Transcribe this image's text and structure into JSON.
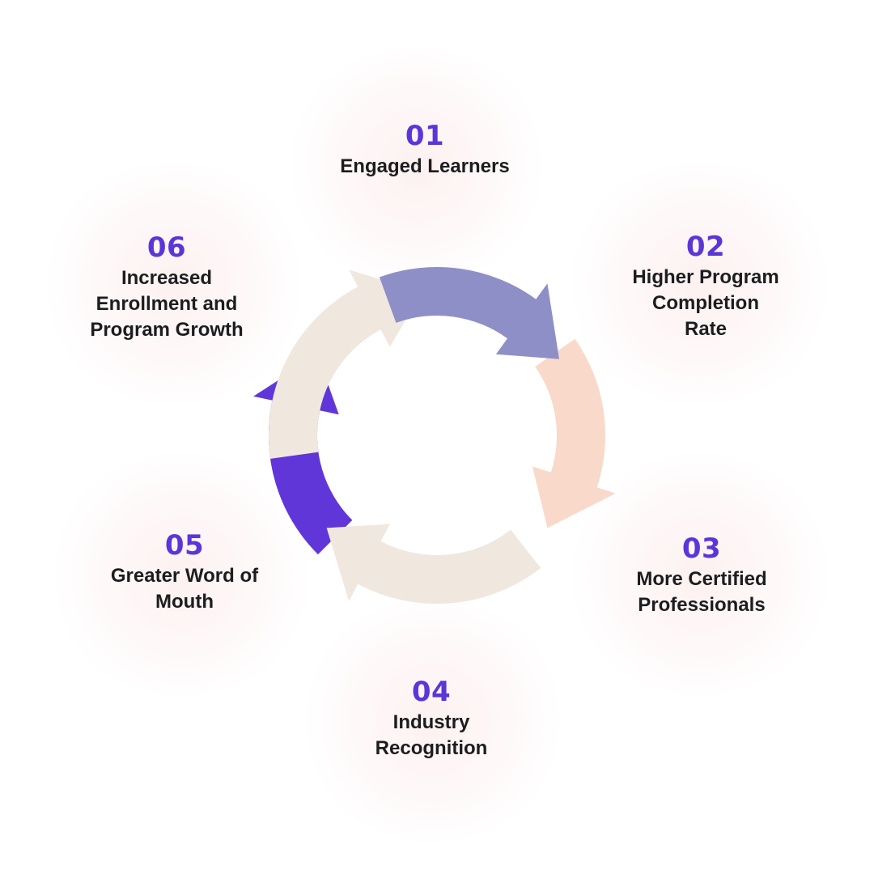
{
  "colors": {
    "number": "#5c35d9",
    "label": "#1d1d1f",
    "arrow_lavender": "#8f8fc7",
    "arrow_peach": "#f9d9c9",
    "arrow_cream": "#f0e7df",
    "arrow_violet": "#6136d9"
  },
  "steps": [
    {
      "number": "01",
      "label": "Engaged Learners"
    },
    {
      "number": "02",
      "label": "Higher Program\nCompletion\nRate"
    },
    {
      "number": "03",
      "label": "More Certified\nProfessionals"
    },
    {
      "number": "04",
      "label": "Industry\nRecognition"
    },
    {
      "number": "05",
      "label": "Greater Word of\nMouth"
    },
    {
      "number": "06",
      "label": "Increased\nEnrollment and\nProgram Growth"
    }
  ]
}
